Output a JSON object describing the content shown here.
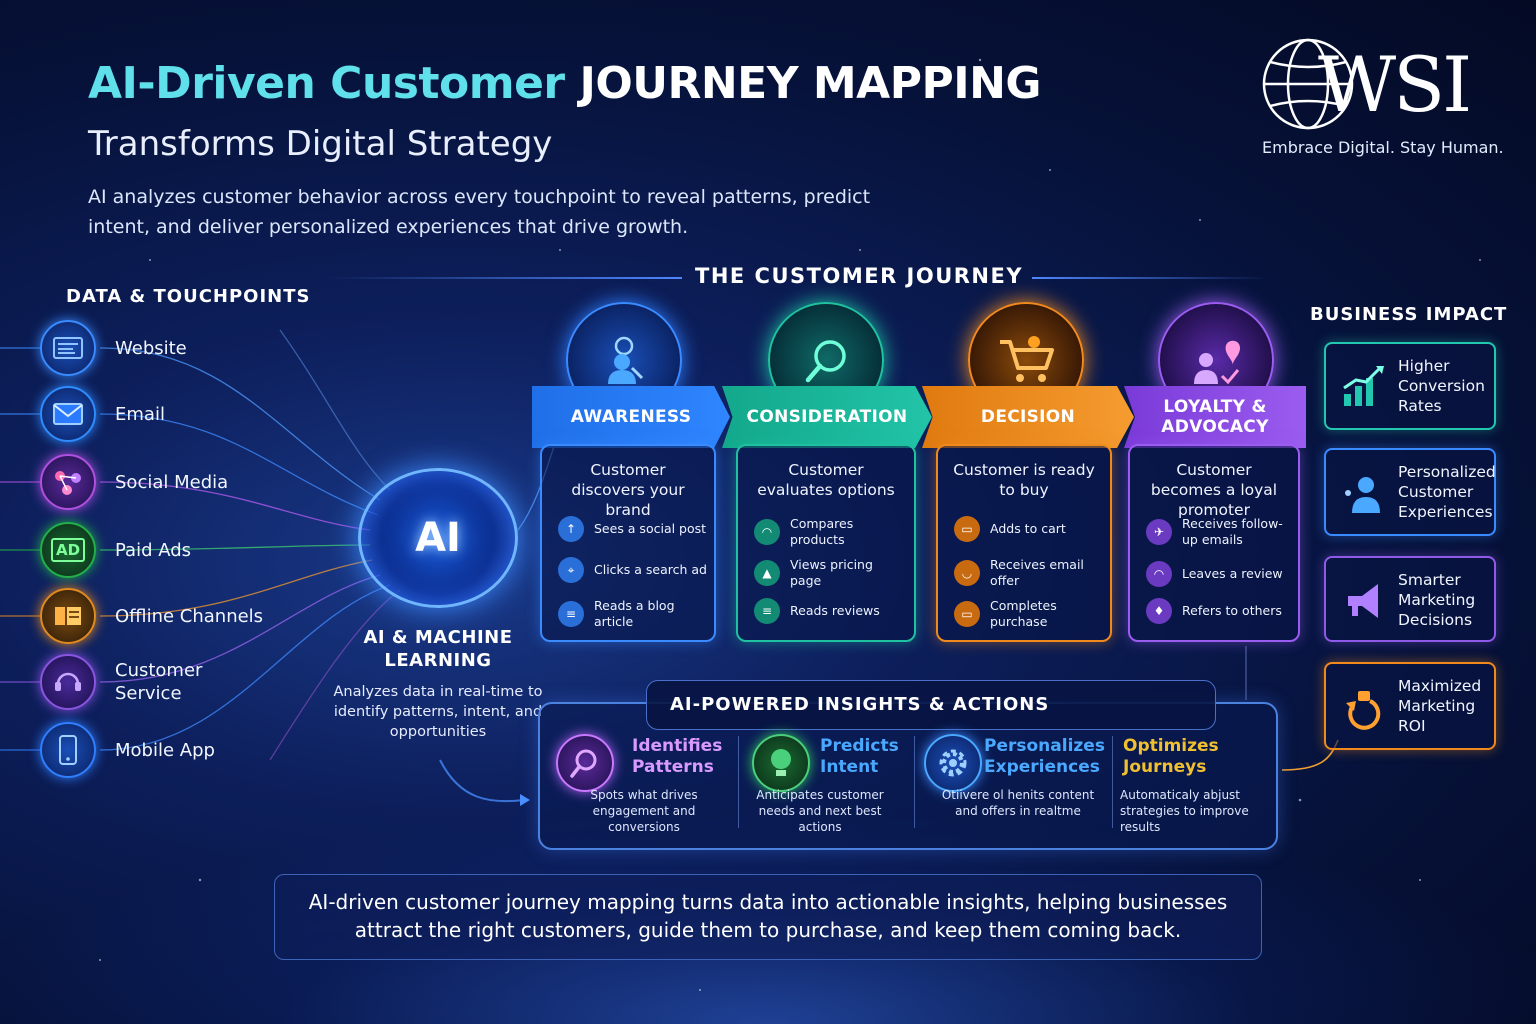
{
  "header": {
    "title_part1": "AI-Driven Customer",
    "title_part2": "JOURNEY MAPPING",
    "subtitle": "Transforms Digital Strategy",
    "intro": "AI analyzes customer behavior across every touchpoint to reveal patterns, predict intent, and deliver personalized experiences that drive growth."
  },
  "logo": {
    "wordmark": "WSI",
    "tagline": "Embrace Digital. Stay Human."
  },
  "touchpoints": {
    "heading": "DATA & TOUCHPOINTS",
    "items": [
      {
        "label": "Website",
        "icon": "website-icon",
        "color": "#3a8bff"
      },
      {
        "label": "Email",
        "icon": "email-icon",
        "color": "#2f8cff"
      },
      {
        "label": "Social Media",
        "icon": "social-media-icon",
        "color": "#b050e0"
      },
      {
        "label": "Paid Ads",
        "icon": "ad-icon",
        "color": "#23b04a",
        "glyph": "AD"
      },
      {
        "label": "Offline Channels",
        "icon": "offline-channels-icon",
        "color": "#e08a1f"
      },
      {
        "label": "Customer\nService",
        "icon": "customer-service-icon",
        "color": "#8a55e0"
      },
      {
        "label": "Mobile App",
        "icon": "mobile-app-icon",
        "color": "#2f7fff"
      }
    ]
  },
  "ai": {
    "core_label": "AI",
    "title": "AI & MACHINE LEARNING",
    "description": "Analyzes data in real-time to identify patterns, intent, and opportunities"
  },
  "journey": {
    "heading": "THE CUSTOMER JOURNEY",
    "stages": [
      {
        "name": "AWARENESS",
        "color": "#2f86ff",
        "description": "Customer discovers your brand",
        "items": [
          "Sees a social post",
          "Clicks a search ad",
          "Reads a blog article"
        ]
      },
      {
        "name": "CONSIDERATION",
        "color": "#1fc2a0",
        "description": "Customer evaluates options",
        "items": [
          "Compares products",
          "Views pricing page",
          "Reads reviews"
        ]
      },
      {
        "name": "DECISION",
        "color": "#f08a1c",
        "description": "Customer is ready to buy",
        "items": [
          "Adds to cart",
          "Receives email offer",
          "Completes purchase"
        ]
      },
      {
        "name": "LOYALTY & ADVOCACY",
        "color": "#9b5cf0",
        "description": "Customer becomes a loyal promoter",
        "items": [
          "Receives follow-up emails",
          "Leaves a review",
          "Refers to others"
        ]
      }
    ]
  },
  "insights": {
    "heading": "AI-POWERED INSIGHTS & ACTIONS",
    "items": [
      {
        "title": "Identifies Patterns",
        "description": "Spots what drives engagement and conversions",
        "color": "#c878ff"
      },
      {
        "title": "Predicts Intent",
        "description": "Anticipates customer needs and next best actions",
        "color": "#4ad07a"
      },
      {
        "title": "Personalizes Experiences",
        "description": "Otiivere ol henits content and offers in realtme",
        "color": "#4aa8ff"
      },
      {
        "title": "Optimizes Journeys",
        "description": "Automaticaly abjust strategies to improve results",
        "color": "#f0c030"
      }
    ]
  },
  "business_impact": {
    "heading": "BUSINESS IMPACT",
    "items": [
      {
        "label": "Higher Conversion Rates",
        "color": "#22c7b0",
        "icon": "growth-chart-icon"
      },
      {
        "label": "Personalized Customer Experiences",
        "color": "#3a8bff",
        "icon": "person-icon"
      },
      {
        "label": "Smarter Marketing Decisions",
        "color": "#8f5ae8",
        "icon": "megaphone-icon"
      },
      {
        "label": "Maximized Marketing ROI",
        "color": "#f08a1c",
        "icon": "roi-icon"
      }
    ]
  },
  "summary": "AI-driven customer journey mapping turns data into actionable insights, helping businesses attract the right customers, guide them to purchase, and keep them coming back."
}
